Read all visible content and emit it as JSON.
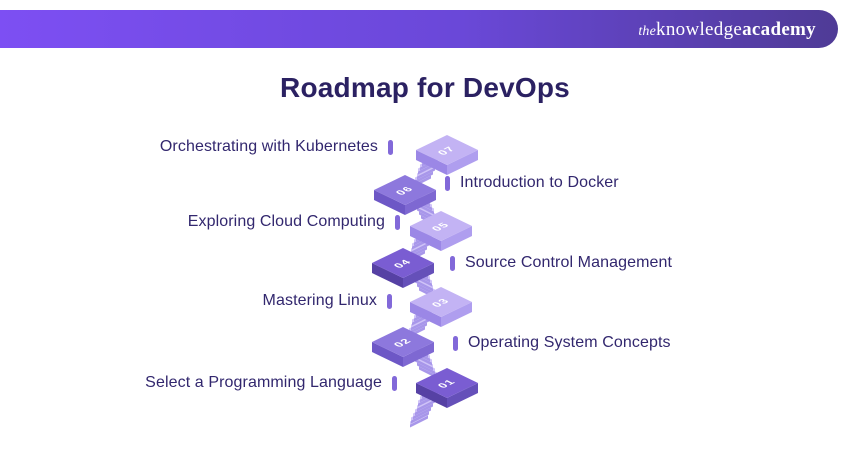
{
  "header": {
    "logo_the": "the",
    "logo_knowledge": "knowledge",
    "logo_academy": "academy"
  },
  "title": "Roadmap for DevOps",
  "roadmap": {
    "steps": [
      {
        "number": "01",
        "label": "Select a Programming Language",
        "side": "left"
      },
      {
        "number": "02",
        "label": "Operating System Concepts",
        "side": "right"
      },
      {
        "number": "03",
        "label": "Mastering Linux",
        "side": "left"
      },
      {
        "number": "04",
        "label": "Source Control Management",
        "side": "right"
      },
      {
        "number": "05",
        "label": "Exploring Cloud Computing",
        "side": "left"
      },
      {
        "number": "06",
        "label": "Introduction to Docker",
        "side": "right"
      },
      {
        "number": "07",
        "label": "Orchestrating with Kubernetes",
        "side": "left"
      }
    ]
  },
  "colors": {
    "header_gradient_start": "#7d4ff3",
    "header_gradient_end": "#4f3b96",
    "title_text": "#2b2162",
    "label_text": "#32276e",
    "divider_bar": "#8269d9",
    "platform_light": "#c3b3f4",
    "platform_medium": "#8d78dd",
    "platform_dark": "#7a5dd2",
    "stair_tread": "#cfc3f8",
    "step_number_text": "#ffffff"
  }
}
